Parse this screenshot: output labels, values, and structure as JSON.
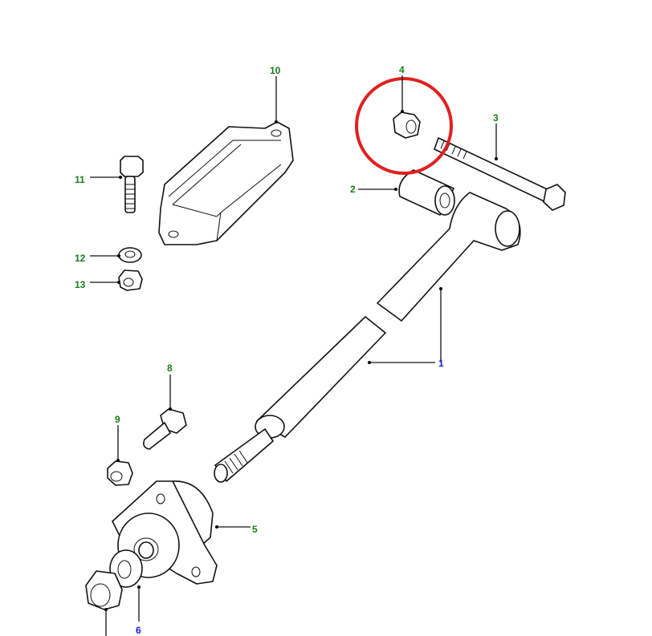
{
  "diagram": {
    "callouts": [
      {
        "id": "c1",
        "label": "1",
        "color": "#1a1ae6"
      },
      {
        "id": "c2",
        "label": "2",
        "color": "#1a7a1a"
      },
      {
        "id": "c3",
        "label": "3",
        "color": "#1a7a1a"
      },
      {
        "id": "c4",
        "label": "4",
        "color": "#1a7a1a"
      },
      {
        "id": "c5",
        "label": "5",
        "color": "#1a7a1a"
      },
      {
        "id": "c6",
        "label": "6",
        "color": "#1a1ae6"
      },
      {
        "id": "c8",
        "label": "8",
        "color": "#1a7a1a"
      },
      {
        "id": "c9",
        "label": "9",
        "color": "#1a7a1a"
      },
      {
        "id": "c10",
        "label": "10",
        "color": "#1a7a1a"
      },
      {
        "id": "c11",
        "label": "11",
        "color": "#1a7a1a"
      },
      {
        "id": "c12",
        "label": "12",
        "color": "#1a7a1a"
      },
      {
        "id": "c13",
        "label": "13",
        "color": "#1a7a1a"
      }
    ],
    "highlight_color": "#e02020",
    "highlighted_part": "4"
  }
}
